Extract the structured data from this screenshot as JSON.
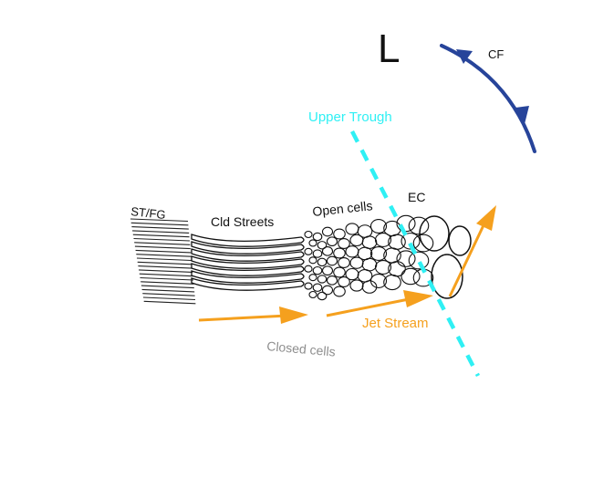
{
  "diagram": {
    "low_symbol": "L",
    "front_label": "CF",
    "upper_trough_label": "Upper Trough",
    "stratus_label": "ST/FG",
    "cloud_streets_label": "Cld Streets",
    "open_cells_label": "Open cells",
    "ec_label": "EC",
    "jet_stream_label": "Jet Stream",
    "closed_cells_label": "Closed cells"
  },
  "colors": {
    "front": "#27449a",
    "trough": "#2ff0f4",
    "jet": "#f5a01e",
    "closed_cells_text": "#8e8e8e",
    "ink": "#1a1a1a"
  }
}
